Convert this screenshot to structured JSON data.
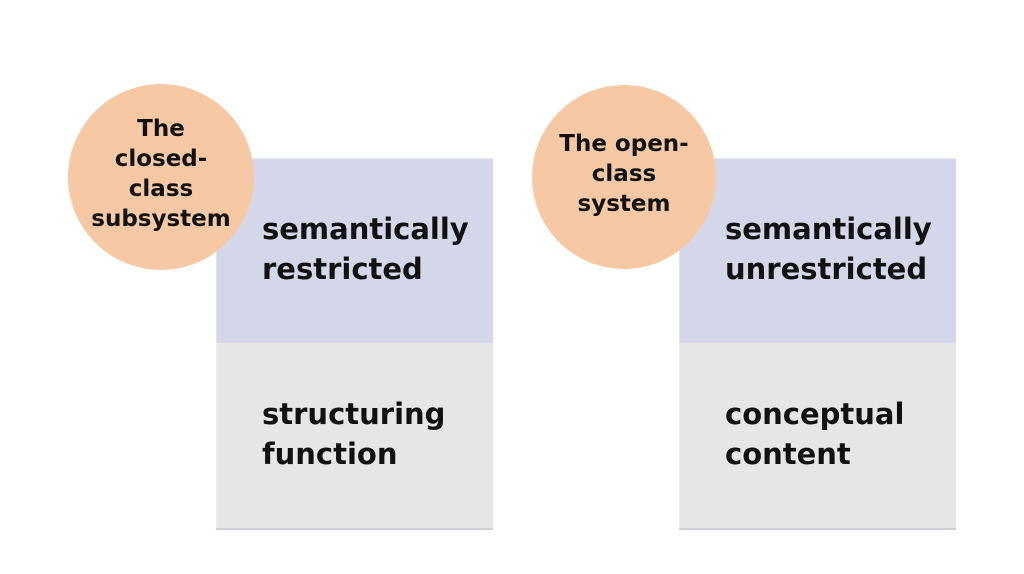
{
  "colors": {
    "page_bg": "#ffffff",
    "circle_fill": "#F6C9A4",
    "box_top_fill": "#D3D7E9",
    "box_bottom_fill": "#E6E6E9",
    "text_color": "#111111"
  },
  "left_group": {
    "circle_label": "The\nclosed-\nclass\nsubsystem",
    "top_label": "semantically\nrestricted",
    "bottom_label": "structuring\nfunction"
  },
  "right_group": {
    "circle_label": "The open-\nclass\nsystem",
    "top_label": "semantically\nunrestricted",
    "bottom_label": "conceptual\ncontent"
  }
}
